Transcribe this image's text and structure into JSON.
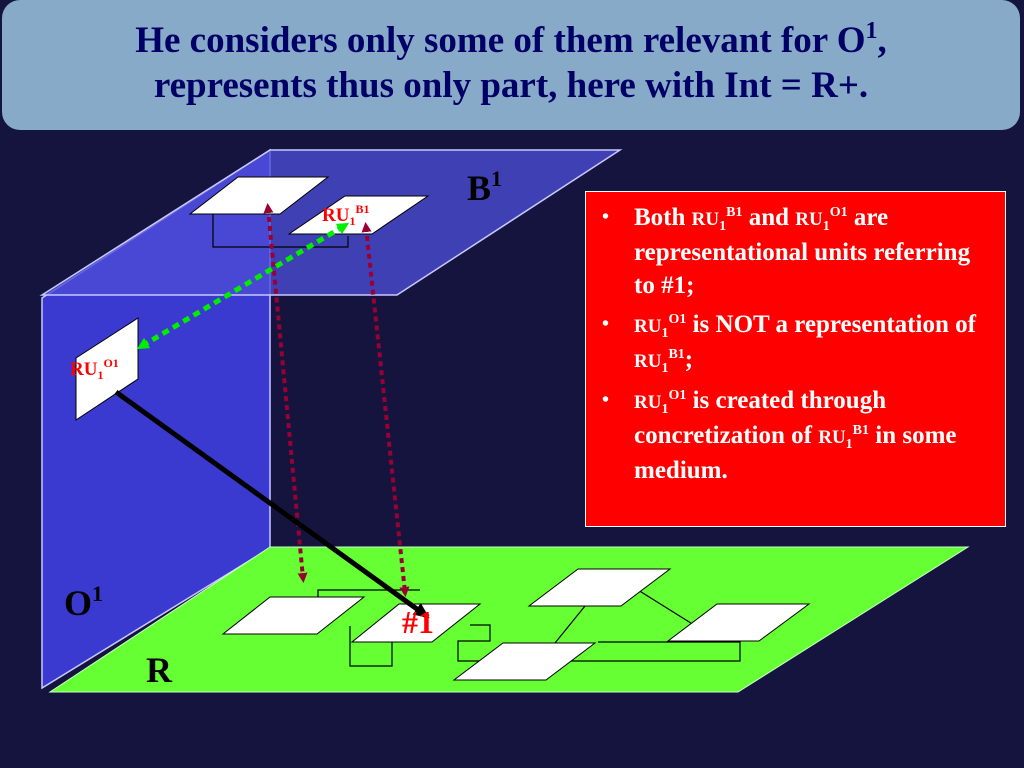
{
  "title": {
    "line1": "He considers only some of them relevant for O",
    "line1_sup": "1",
    "line1_end": ",",
    "line2": "represents thus only part, here with Int = R+."
  },
  "labels": {
    "b_plane": "B",
    "b_plane_sup": "1",
    "o_plane": "O",
    "o_plane_sup": "1",
    "r_plane": "R",
    "ru_b": "RU",
    "ru_b_sub": "1",
    "ru_b_sup": "B1",
    "ru_o": "RU",
    "ru_o_sub": "1",
    "ru_o_sup": "O1",
    "entity": "#1"
  },
  "info": {
    "bullet_char": "•",
    "items": [
      {
        "t1": "Both ",
        "ru1": "RU",
        "sub1": "1",
        "sup1": "B1",
        "t2": " and ",
        "ru2": "RU",
        "sub2": "1",
        "sup2": "O1",
        "t3": " are representational units referring to #1;"
      },
      {
        "ru1": "RU",
        "sub1": "1",
        "sup1": "O1",
        "t1": " is NOT a representation of ",
        "ru2": "RU",
        "sub2": "1",
        "sup2": "B1",
        "t2": ";"
      },
      {
        "ru1": "RU",
        "sub1": "1",
        "sup1": "O1",
        "t1": " is created through concretization of ",
        "ru2": "RU",
        "sub2": "1",
        "sup2": "B1",
        "t2": " in some medium."
      }
    ]
  },
  "colors": {
    "background": "#14143f",
    "title_bg": "#86aac8",
    "title_text": "#000066",
    "plane_blue": "#3030c8",
    "plane_green": "#66ff33",
    "info_bg": "#ff0000",
    "ru_label": "#ff0000",
    "arrow_maroon": "#990033",
    "arrow_green": "#00ee00"
  }
}
